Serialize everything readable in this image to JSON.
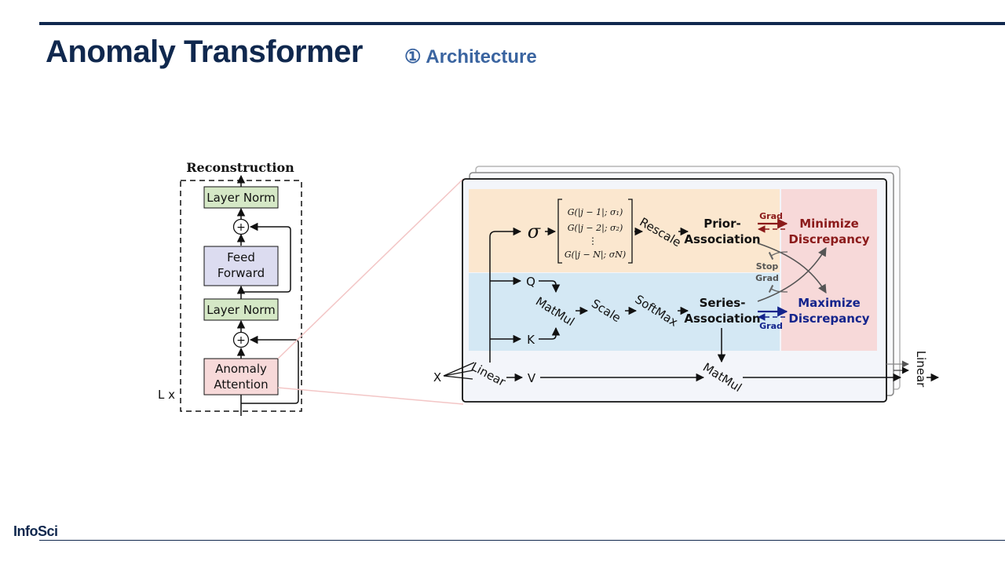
{
  "slide": {
    "title": "Anomaly Transformer",
    "subtitle": "① Architecture",
    "footer_logo": "InfoSci"
  },
  "encoder": {
    "output_label": "Reconstruction",
    "repeat_label": "L x",
    "blocks": {
      "layer_norm_top": "Layer Norm",
      "feed_forward_line1": "Feed",
      "feed_forward_line2": "Forward",
      "layer_norm_bottom": "Layer Norm",
      "anomaly_attention_line1": "Anomaly",
      "anomaly_attention_line2": "Attention"
    },
    "add_symbol": "+"
  },
  "attention": {
    "input": "X",
    "linear_in": "Linear",
    "linear_out": "Linear",
    "sigma": "σ",
    "kernel_rows": [
      "G(|j − 1|; σ₁)",
      "G(|j − 2|; σ₂)",
      "⋮",
      "G(|j − N|; σN)"
    ],
    "rescale": "Rescale",
    "prior_line1": "Prior-",
    "prior_line2": "Association",
    "series_line1": "Series-",
    "series_line2": "Association",
    "q": "Q",
    "k": "K",
    "v": "V",
    "matmul_1": "MatMul",
    "matmul_2": "MatMul",
    "scale": "Scale",
    "softmax": "SoftMax",
    "grad_top": "Grad",
    "grad_bottom": "Grad",
    "stop_grad_line1": "Stop",
    "stop_grad_line2": "Grad",
    "minimize_line1": "Minimize",
    "minimize_line2": "Discrepancy",
    "maximize_line1": "Maximize",
    "maximize_line2": "Discrepancy"
  },
  "colors": {
    "title_navy": "#10284e",
    "subtitle_blue": "#3a64a0",
    "prior_band": "#fbe7cf",
    "series_band": "#d4e8f4",
    "discrepancy_band": "#f7d9d9",
    "layer_norm_fill": "#d5e8c6",
    "feed_forward_fill": "#dcdcf0",
    "anomaly_fill": "#f7d9d9",
    "minimize_red": "#8b1a1a",
    "maximize_blue": "#14248c",
    "stop_grad_grey": "#555555"
  }
}
